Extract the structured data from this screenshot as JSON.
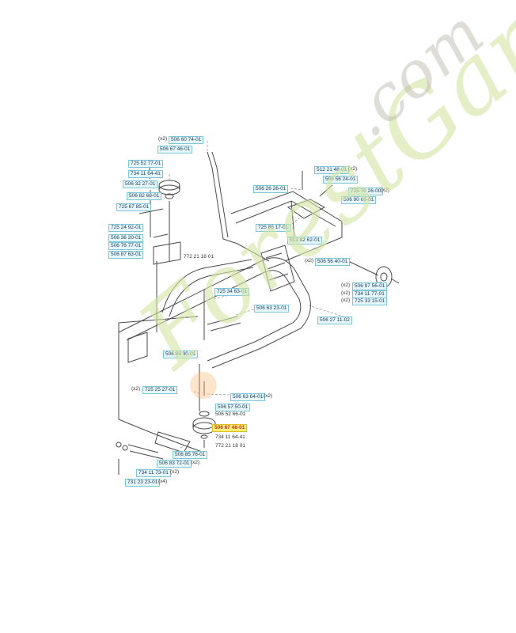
{
  "part_labels": [
    "506 60 74-01",
    "506 67 46-01",
    "725 52 77-01",
    "734 11 64-41",
    "506 32 27-01",
    "506 82 68-01",
    "725 67 85-01",
    "725 24 92-01",
    "506 36 20-01",
    "506 76 77-01",
    "506 87 63-01",
    "772 21 18 01",
    "512 21 48-01",
    "506 56 24-01",
    "725 70 26-00",
    "506 90 68-01",
    "506 26 26-01",
    "725 86 17-01",
    "512 82 62-01",
    "506 56 40-01",
    "506 97 56-01",
    "734 11 77-01",
    "725 33 15-01",
    "725 34 63-01",
    "506 63 23-01",
    "506 27 11-02",
    "506 84 30-01",
    "725 25 27-01",
    "506 63 64-01",
    "506 57 50-01",
    "506 52 66-01",
    "506 67 48-01",
    "734 11 64-41",
    "772 21 18 01",
    "506 85 76-01",
    "506 83 72-01",
    "734 11 73-01",
    "731 23 23-01"
  ],
  "quantities": {
    "q1": "(x2)",
    "q2": "(x2)",
    "q3": "(x2)",
    "q4": "(x2)",
    "q5": "(x2)",
    "q6": "(x2)",
    "q7": "(x2)",
    "q8": "(x2)",
    "q9": "(x2)",
    "q10": "(x2)",
    "q11": "(x2)",
    "q12": "(x4)"
  },
  "watermark": {
    "brand": "ForestGarden",
    "domain": ".com"
  },
  "colors": {
    "line": "#4a4a4a",
    "label_border": "#7cc8d8",
    "label_fill": "#e6f6fa",
    "highlight": "#fff176",
    "watermark_green": "#d4e6a8"
  }
}
